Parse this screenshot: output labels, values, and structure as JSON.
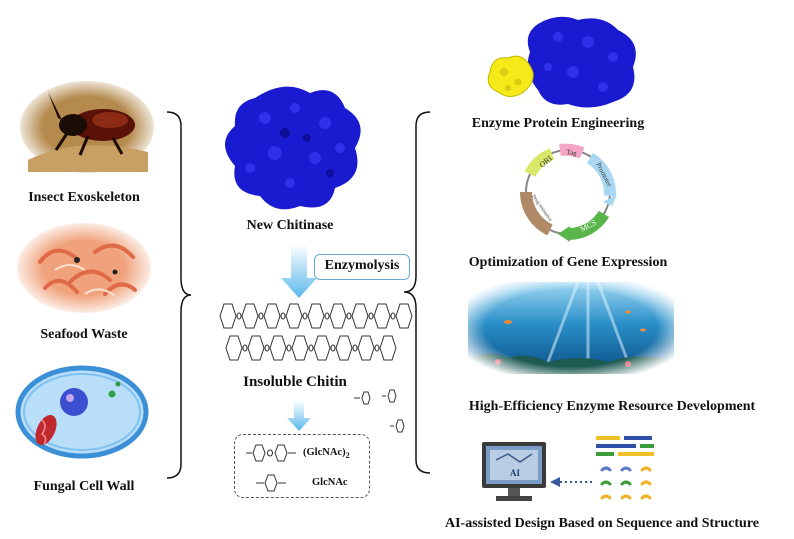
{
  "sources": {
    "insect": "Insect Exoskeleton",
    "seafood": "Seafood Waste",
    "fungal": "Fungal Cell Wall"
  },
  "center": {
    "enzyme": "New Chitinase",
    "process": "Enzymolysis",
    "substrate": "Insoluble Chitin",
    "product1": "(GlcNAc)",
    "product1_sub": "2",
    "product2": "GlcNAc"
  },
  "approaches": {
    "protein_engineering": "Enzyme Protein Engineering",
    "gene_expression": "Optimization of  Gene Expression",
    "resource": "High-Efficiency Enzyme Resource Development",
    "ai": "AI-assisted Design Based on Sequence and Structure"
  },
  "plasmid": {
    "ori": "ORI",
    "tag": "Tag",
    "promoter": "Promoter",
    "mcs": "MCS",
    "resistance": "Drug resistance"
  },
  "ai_screen": "AI",
  "colors": {
    "protein": "#1a1ad0",
    "ligand": "#f4ea1a",
    "arrow_blue": "#5bb8ec"
  }
}
